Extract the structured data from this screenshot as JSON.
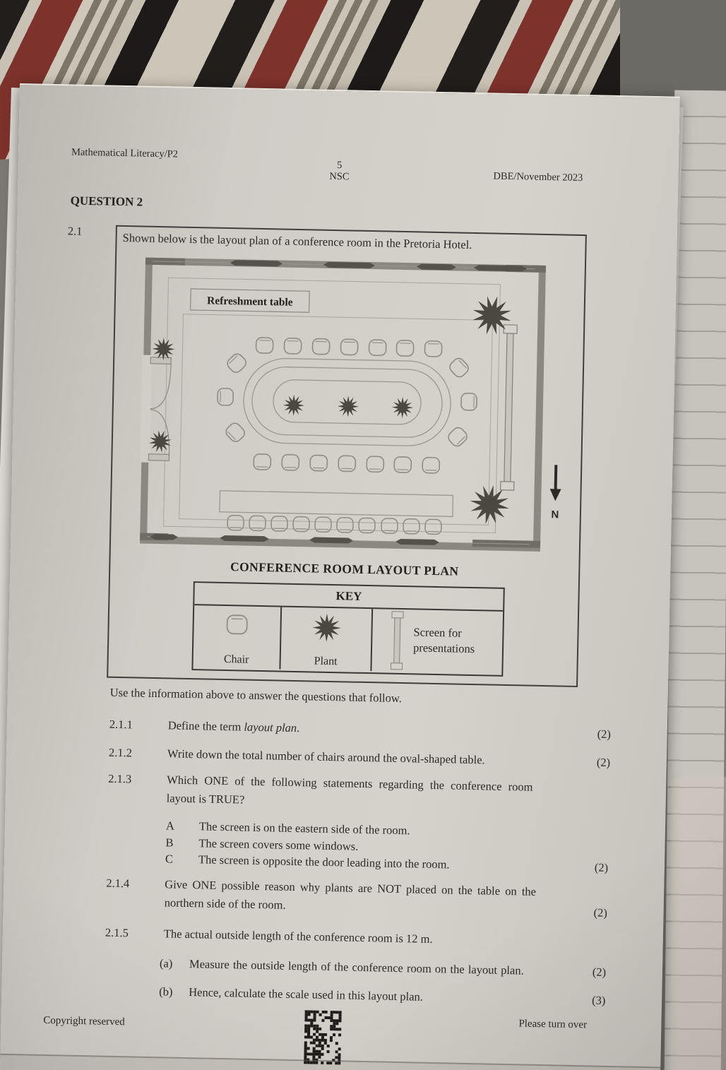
{
  "header": {
    "subject": "Mathematical Literacy/P2",
    "page_number": "5",
    "body": "NSC",
    "edition": "DBE/November 2023"
  },
  "question_heading": "QUESTION 2",
  "q21": {
    "number": "2.1",
    "intro": "Shown below is the layout plan of a conference room in the Pretoria Hotel."
  },
  "diagram": {
    "refreshment_table_label": "Refreshment table",
    "north_label": "N",
    "caption": "CONFERENCE ROOM LAYOUT PLAN",
    "key": {
      "title": "KEY",
      "chair_label": "Chair",
      "plant_label": "Plant",
      "screen_label_line1": "Screen for",
      "screen_label_line2": "presentations"
    },
    "counts": {
      "chairs_around_oval_table": 20,
      "chairs_bottom_row": 10,
      "plants_on_table": 3,
      "plants_in_room_corners": 4
    }
  },
  "instruction": "Use the information above to answer the questions that follow.",
  "questions": {
    "q211": {
      "number": "2.1.1",
      "prefix": "Define the term ",
      "italic": "layout plan",
      "suffix": ".",
      "marks": "(2)"
    },
    "q212": {
      "number": "2.1.2",
      "text": "Write down the total number of chairs around the oval-shaped table.",
      "marks": "(2)"
    },
    "q213": {
      "number": "2.1.3",
      "line1": "Which ONE of the following statements regarding the conference room",
      "line2": "layout is TRUE?",
      "optionA_letter": "A",
      "optionA": "The screen is on the eastern side of the room.",
      "optionB_letter": "B",
      "optionB": "The screen covers some windows.",
      "optionC_letter": "C",
      "optionC": "The screen is opposite the door leading into the room.",
      "marks": "(2)"
    },
    "q214": {
      "number": "2.1.4",
      "line1": "Give ONE possible reason why plants are NOT placed on the table on the",
      "line2": "northern side of the room.",
      "marks": "(2)"
    },
    "q215": {
      "number": "2.1.5",
      "text": "The actual outside length of the conference room is 12 m.",
      "a_letter": "(a)",
      "a_text": "Measure the outside length of the conference room on the layout plan.",
      "a_marks": "(2)",
      "b_letter": "(b)",
      "b_text": "Hence, calculate the scale used in this layout plan.",
      "b_marks": "(3)"
    }
  },
  "footer": {
    "left": "Copyright reserved",
    "right": "Please turn over"
  },
  "colors": {
    "paper": "#d2cfc9",
    "ink": "#2c2a26",
    "wall_gray": "#8a887f",
    "plant_dark": "#4a483f"
  }
}
